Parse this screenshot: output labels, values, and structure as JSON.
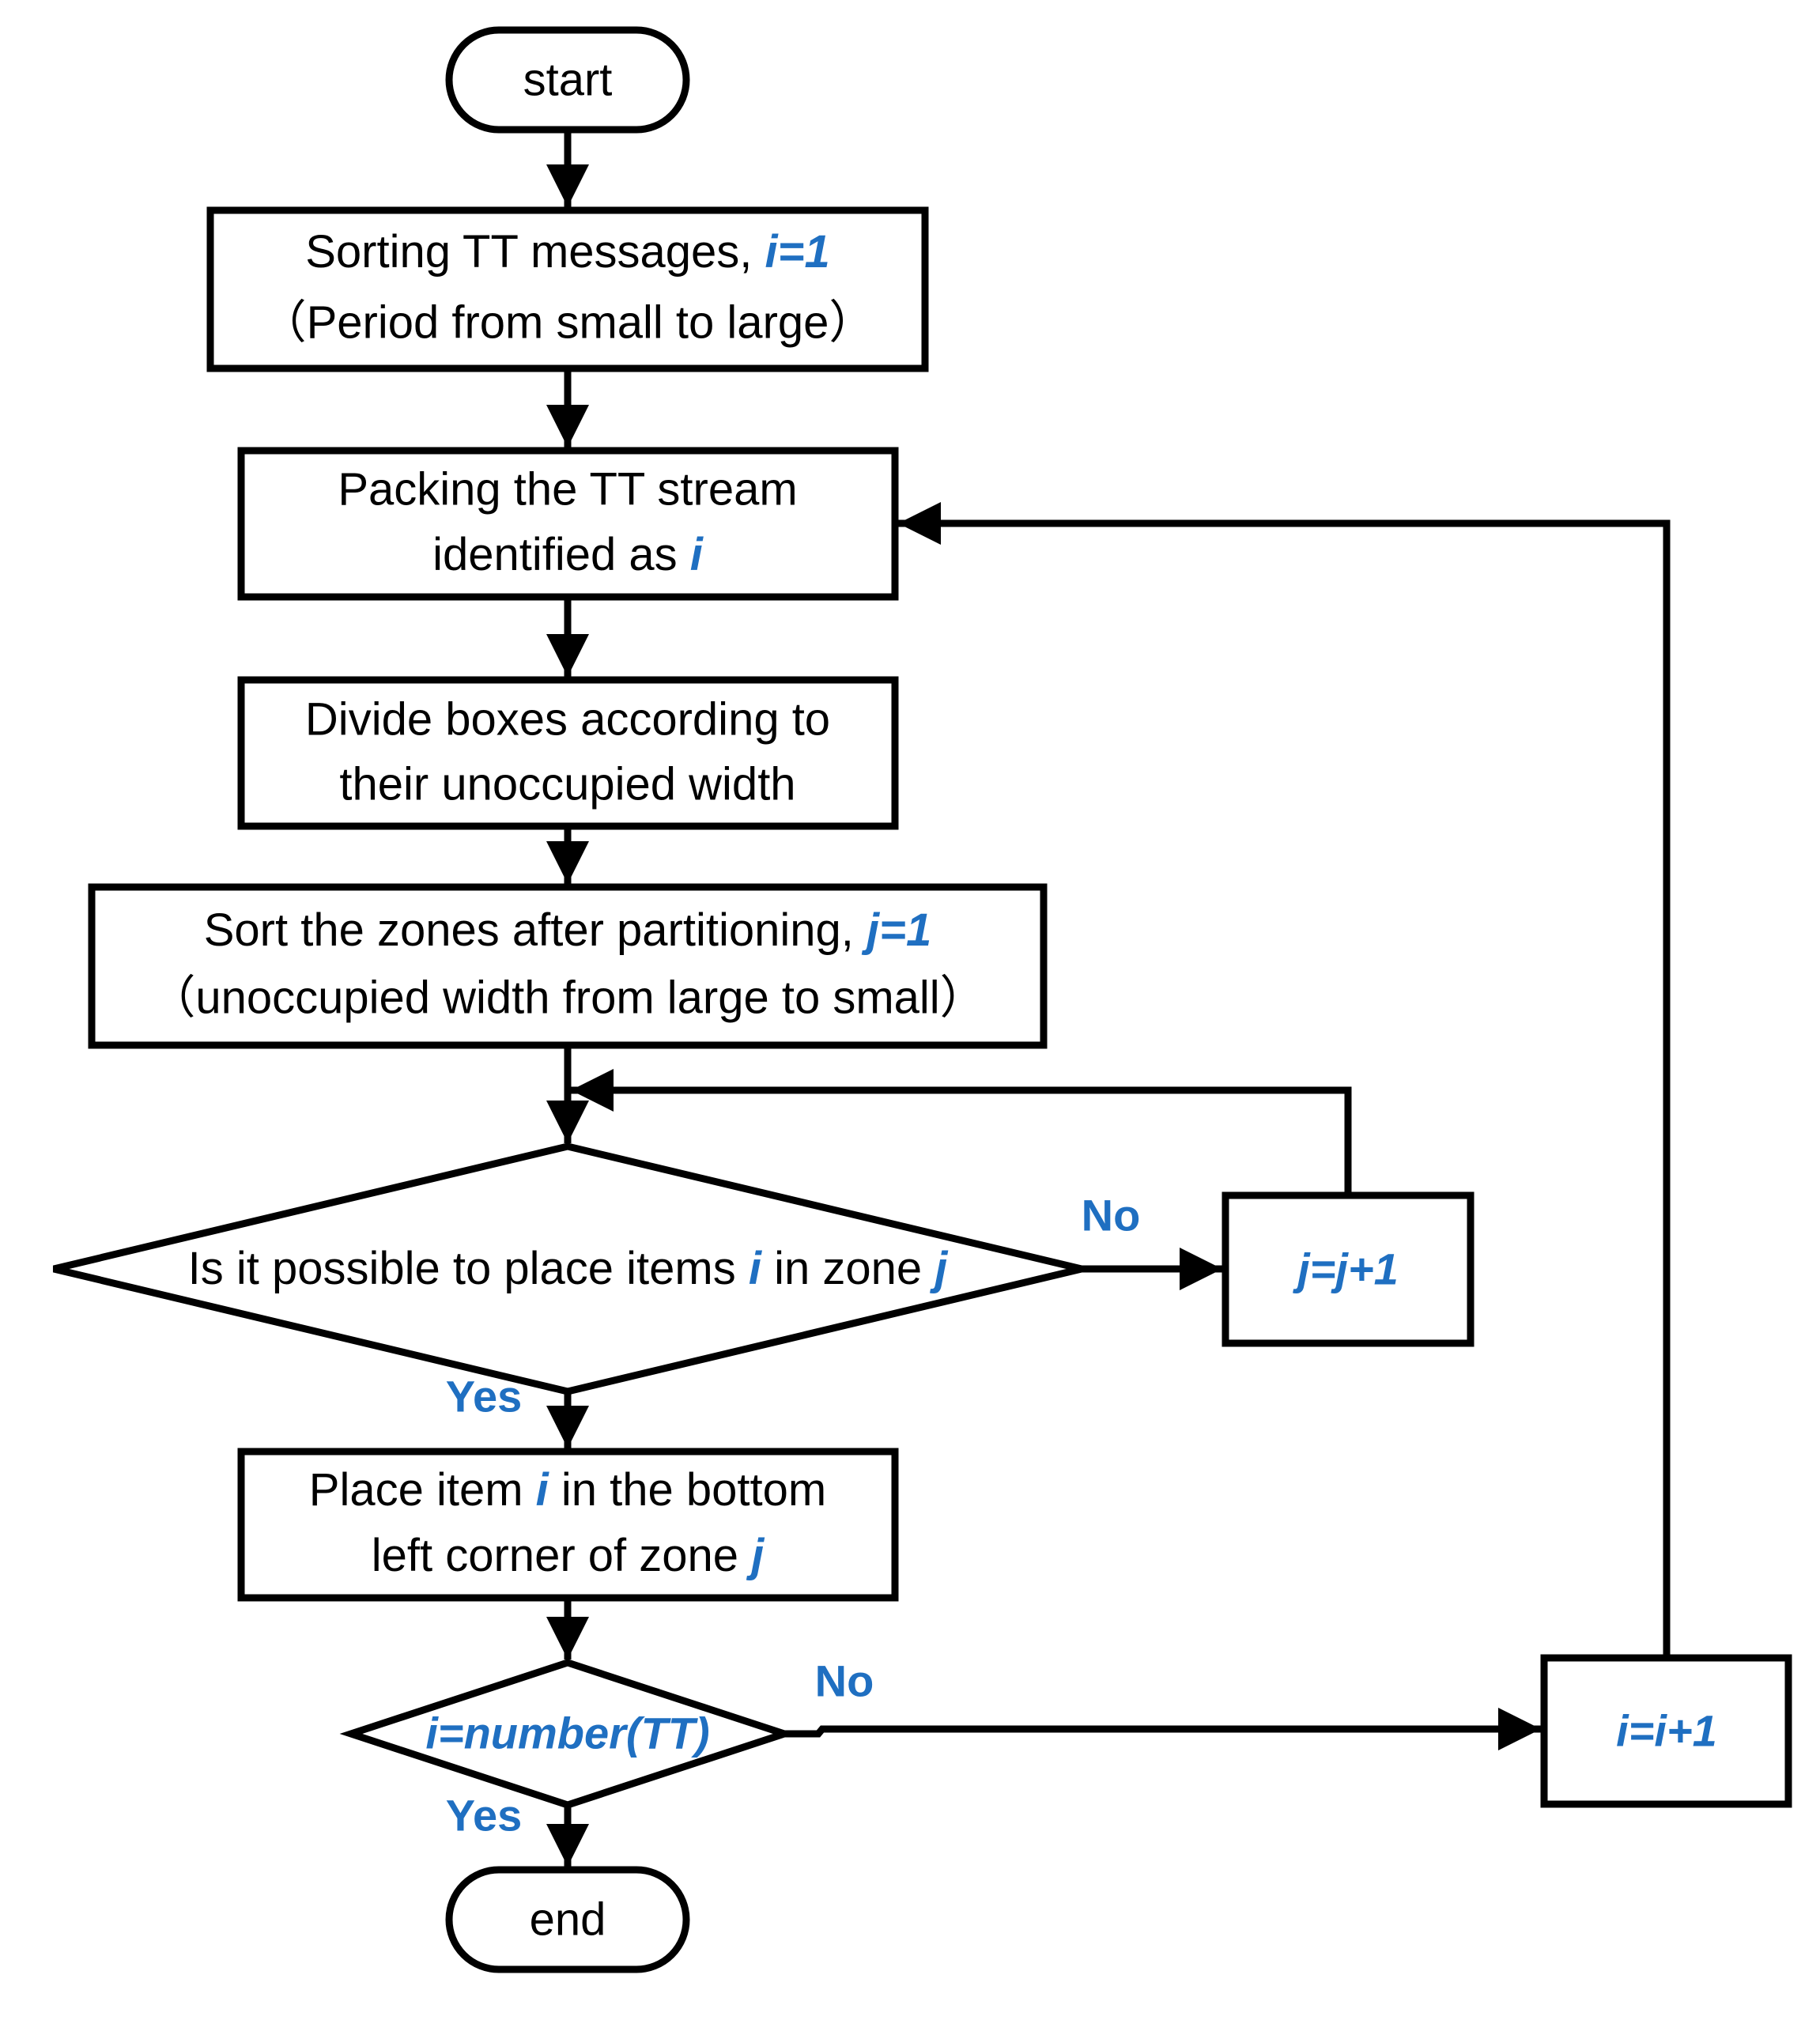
{
  "colors": {
    "accent": "#1F6FC1",
    "stroke": "#000000",
    "background": "#ffffff"
  },
  "nodes": {
    "start": {
      "label": "start"
    },
    "sort_tt": {
      "line1_text": "Sorting TT messages, ",
      "line1_var": "i=1",
      "line2": "（Period from small to large）"
    },
    "pack": {
      "line1": "Packing the TT stream",
      "line2_text": "identified as ",
      "line2_var": "i"
    },
    "divide": {
      "line1": "Divide boxes according to",
      "line2": "their unoccupied width"
    },
    "sort_zones": {
      "line1_text": "Sort the zones after partitioning, ",
      "line1_var": "j=1",
      "line2": "（unoccupied width from large to small）"
    },
    "decision_place": {
      "text_a": "Is it possible to place items ",
      "var_i": "i",
      "text_b": " in zone ",
      "var_j": "j"
    },
    "j_inc": {
      "label": "j=j+1"
    },
    "place": {
      "line1_text_a": "Place item ",
      "line1_var": "i",
      "line1_text_b": " in the bottom",
      "line2_text": "left corner of zone ",
      "line2_var": "j"
    },
    "decision_count": {
      "label": "i=number(TT)"
    },
    "i_inc": {
      "label": "i=i+1"
    },
    "end": {
      "label": "end"
    }
  },
  "edge_labels": {
    "place_no": "No",
    "place_yes": "Yes",
    "count_no": "No",
    "count_yes": "Yes"
  }
}
